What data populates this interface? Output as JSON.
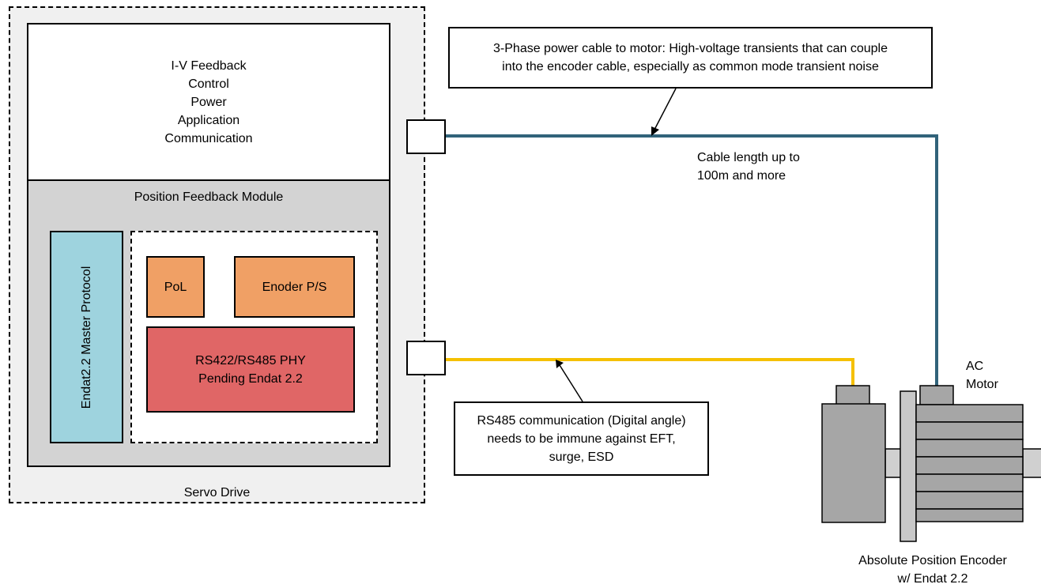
{
  "servo_drive": {
    "label": "Servo Drive",
    "top_block_lines": [
      "I-V Feedback",
      "Control",
      "Power",
      "Application",
      "Communication"
    ],
    "position_feedback_module": "Position Feedback Module",
    "endat_master": "Endat2.2 Master Protocol",
    "pol": "PoL",
    "encoder_ps": "Enoder P/S",
    "phy_lines": [
      "RS422/RS485 PHY",
      "Pending Endat 2.2"
    ]
  },
  "callouts": {
    "power_lines": [
      "3-Phase power cable to motor: High-voltage transients that can couple",
      "into the encoder cable, especially as common mode transient noise"
    ],
    "rs485_lines": [
      "RS485 communication (Digital angle)",
      "needs to be immune against EFT,",
      "surge, ESD"
    ]
  },
  "labels": {
    "cable_length_lines": [
      "Cable length up to",
      "100m and more"
    ],
    "ac_motor_lines": [
      "AC",
      "Motor"
    ],
    "encoder_lines": [
      "Absolute  Position Encoder",
      "w/ Endat 2.2"
    ]
  },
  "colors": {
    "power_cable": "#31637a",
    "encoder_cable": "#f5c000",
    "motor_gray": "#a6a6a6",
    "motor_light": "#d0d0d0",
    "pol_orange": "#f0a065",
    "phy_red": "#e06666",
    "master_blue": "#9ed3de"
  }
}
